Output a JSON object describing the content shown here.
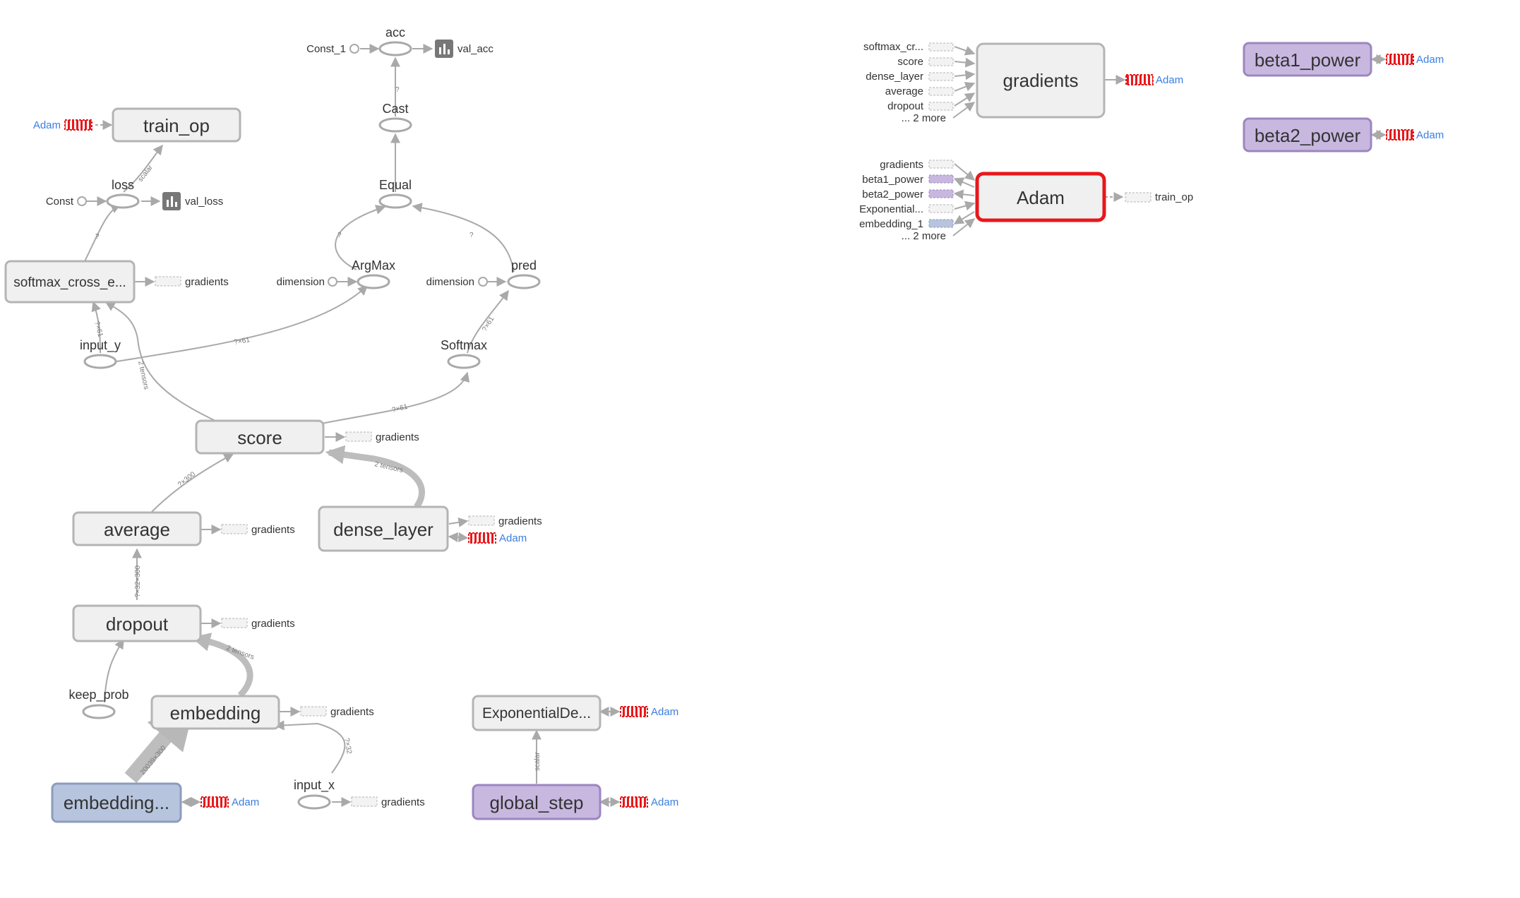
{
  "colors": {
    "edge": "#a9a9a9",
    "group_fill": "#f0f0f0",
    "group_stroke": "#b4b4b4",
    "variable_fill": "#c8b8e0",
    "variable_stroke": "#9c86bf",
    "embedding_fill": "#b7c4de",
    "embedding_stroke": "#8c9cbc",
    "selected_stroke": "#e8171b",
    "link_blue": "#3a7ee0",
    "control_red": "#e8171b"
  },
  "groups": {
    "train_op": "train_op",
    "softmax_cross": "softmax_cross_e...",
    "score": "score",
    "average": "average",
    "dense_layer": "dense_layer",
    "dropout": "dropout",
    "embedding": "embedding",
    "embedding_var": "embedding...",
    "exponential": "ExponentialDe...",
    "global_step": "global_step",
    "gradients_right": "gradients",
    "adam_right": "Adam",
    "beta1_power": "beta1_power",
    "beta2_power": "beta2_power"
  },
  "ops": {
    "acc": "acc",
    "const_1": "Const_1",
    "val_acc": "val_acc",
    "cast": "Cast",
    "equal": "Equal",
    "argmax": "ArgMax",
    "pred": "pred",
    "dimension_a": "dimension",
    "dimension_b": "dimension",
    "loss": "loss",
    "const": "Const",
    "val_loss": "val_loss",
    "input_y": "input_y",
    "softmax": "Softmax",
    "keep_prob": "keep_prob",
    "input_x": "input_x"
  },
  "aux": {
    "adam": "Adam",
    "gradients": "gradients",
    "train_op": "train_op"
  },
  "edge_labels": {
    "scalar_train": "scalar",
    "scalar_global": "scalar",
    "e_19x61": "?×61",
    "e_7x61_argmax": "?×61",
    "e_7x61_softmax": "?×61",
    "e_7x61_score": "?×61",
    "e_2tensors_score": "2 tensors",
    "e_2tensors_sce": "2 tensors",
    "e_2tensors_dropout": "2 tensors",
    "e_7x300": "?×300",
    "e_7x32x300": "?×32×300",
    "e_embed": "20039×300",
    "e_7x32": "?×32",
    "small_a": "?",
    "small_b": "?",
    "small_c": "?",
    "small_d": "?"
  },
  "gradients_inputs": [
    "softmax_cr...",
    "score",
    "dense_layer",
    "average",
    "dropout",
    "... 2 more"
  ],
  "adam_inputs": [
    "gradients",
    "beta1_power",
    "beta2_power",
    "Exponential...",
    "embedding_1",
    "... 2 more"
  ]
}
